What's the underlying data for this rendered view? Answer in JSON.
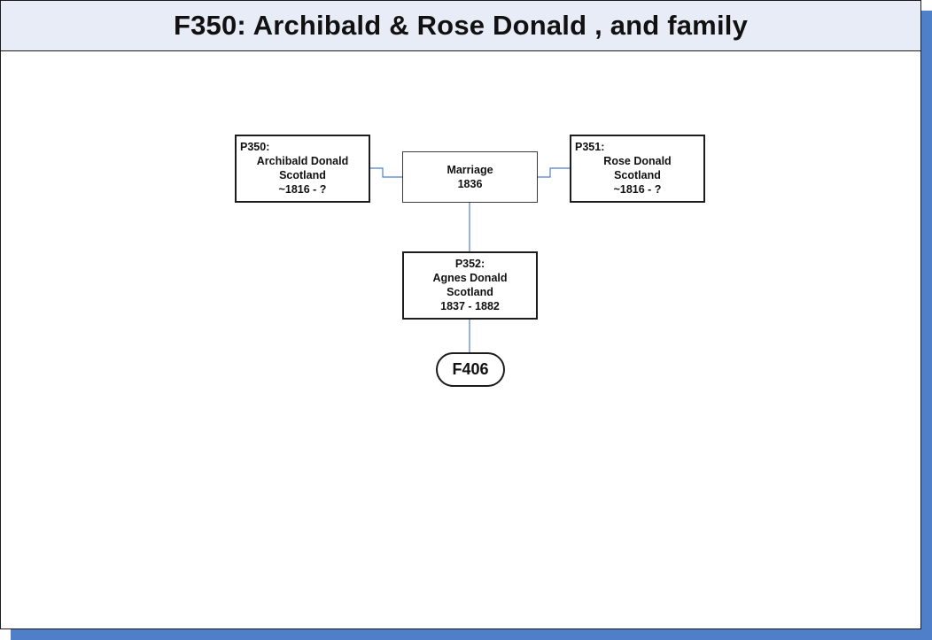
{
  "title": "F350: Archibald & Rose Donald , and family",
  "father": {
    "id": "P350:",
    "name": "Archibald Donald",
    "place": "Scotland",
    "dates": "~1816 - ?"
  },
  "mother": {
    "id": "P351:",
    "name": "Rose Donald",
    "place": "Scotland",
    "dates": "~1816 - ?"
  },
  "marriage": {
    "label": "Marriage",
    "year": "1836"
  },
  "child": {
    "id": "P352:",
    "name": "Agnes Donald",
    "place": "Scotland",
    "dates": "1837 - 1882"
  },
  "child_family_ref": "F406",
  "colors": {
    "shadow": "#4f7fc8",
    "title_bg": "#e7ecf7",
    "connector": "#4f7fc8"
  }
}
